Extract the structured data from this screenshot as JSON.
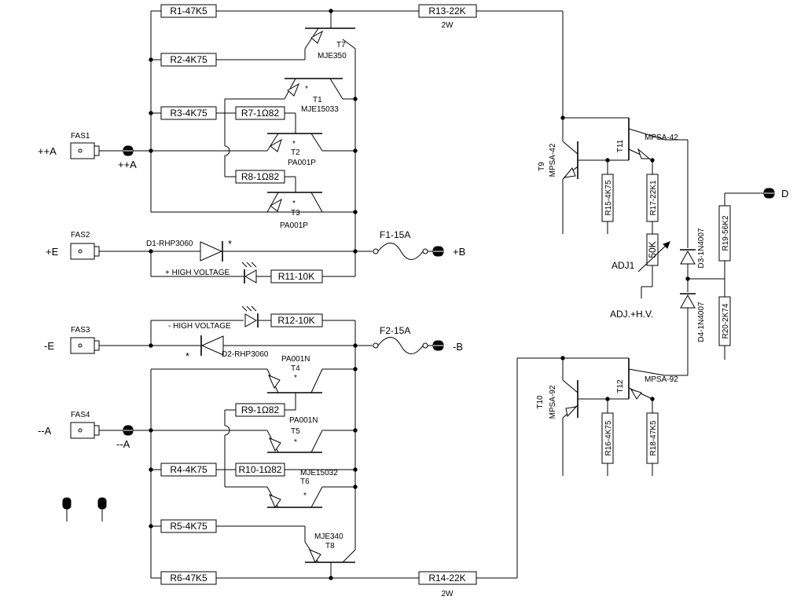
{
  "resistors": {
    "r1": "R1-47K5",
    "r2": "R2-4K75",
    "r3": "R3-4K75",
    "r4": "R4-4K75",
    "r5": "R5-4K75",
    "r6": "R6-47K5",
    "r7": "R7-1Ω82",
    "r8": "R8-1Ω82",
    "r9": "R9-1Ω82",
    "r10": "R10-1Ω82",
    "r11": "R11-10K",
    "r12": "R12-10K",
    "r13": "R13-22K",
    "r14": "R14-22K",
    "r15": "R15-4K75",
    "r16": "R16-4K75",
    "r17": "R17-22K1",
    "r18": "R18-47K5",
    "r19": "R19-56K2",
    "r20": "R20-2K74",
    "r13_power": "2W",
    "r14_power": "2W"
  },
  "transistors": {
    "t1": {
      "ref": "T1",
      "part": "MJE15033"
    },
    "t2": {
      "ref": "T2",
      "part": "PA001P"
    },
    "t3": {
      "ref": "T3",
      "part": "PA001P"
    },
    "t4": {
      "ref": "T4",
      "part": "PA001N"
    },
    "t5": {
      "ref": "T5",
      "part": "PA001N"
    },
    "t6": {
      "ref": "T6",
      "part": "MJE15032"
    },
    "t7": {
      "ref": "T7",
      "part": "MJE350"
    },
    "t8": {
      "ref": "T8",
      "part": "MJE340"
    },
    "t9": {
      "ref": "T9",
      "part": "MPSA-42"
    },
    "t10": {
      "ref": "T10",
      "part": "MPSA-92"
    },
    "t11": {
      "ref": "T11",
      "part": "MPSA-42"
    },
    "t12": {
      "ref": "T12",
      "part": "MPSA-92"
    }
  },
  "diodes": {
    "d1": "D1-RHP3060",
    "d2": "D2-RHP3060",
    "d3": "D3-1N4007",
    "d4": "D4-1N4007"
  },
  "fuses": {
    "f1": "F1-15A",
    "f2": "F2-15A"
  },
  "fastons": {
    "fas1": "FAS1",
    "fas2": "FAS2",
    "fas3": "FAS3",
    "fas4": "FAS4"
  },
  "nets": {
    "in_pos_a": "++A",
    "node_pos_a": "++A",
    "in_pos_e": "+E",
    "out_pos_b": "+B",
    "in_neg_e": "-E",
    "out_neg_b": "-B",
    "in_neg_a": "--A",
    "node_neg_a": "--A",
    "out_d": "D"
  },
  "leds": {
    "pos": "+ HIGH VOLTAGE",
    "neg": "- HIGH VOLTAGE"
  },
  "trimmer": {
    "ref": "ADJ1",
    "value": "50K",
    "caption": "ADJ.+H.V."
  },
  "star": "*"
}
